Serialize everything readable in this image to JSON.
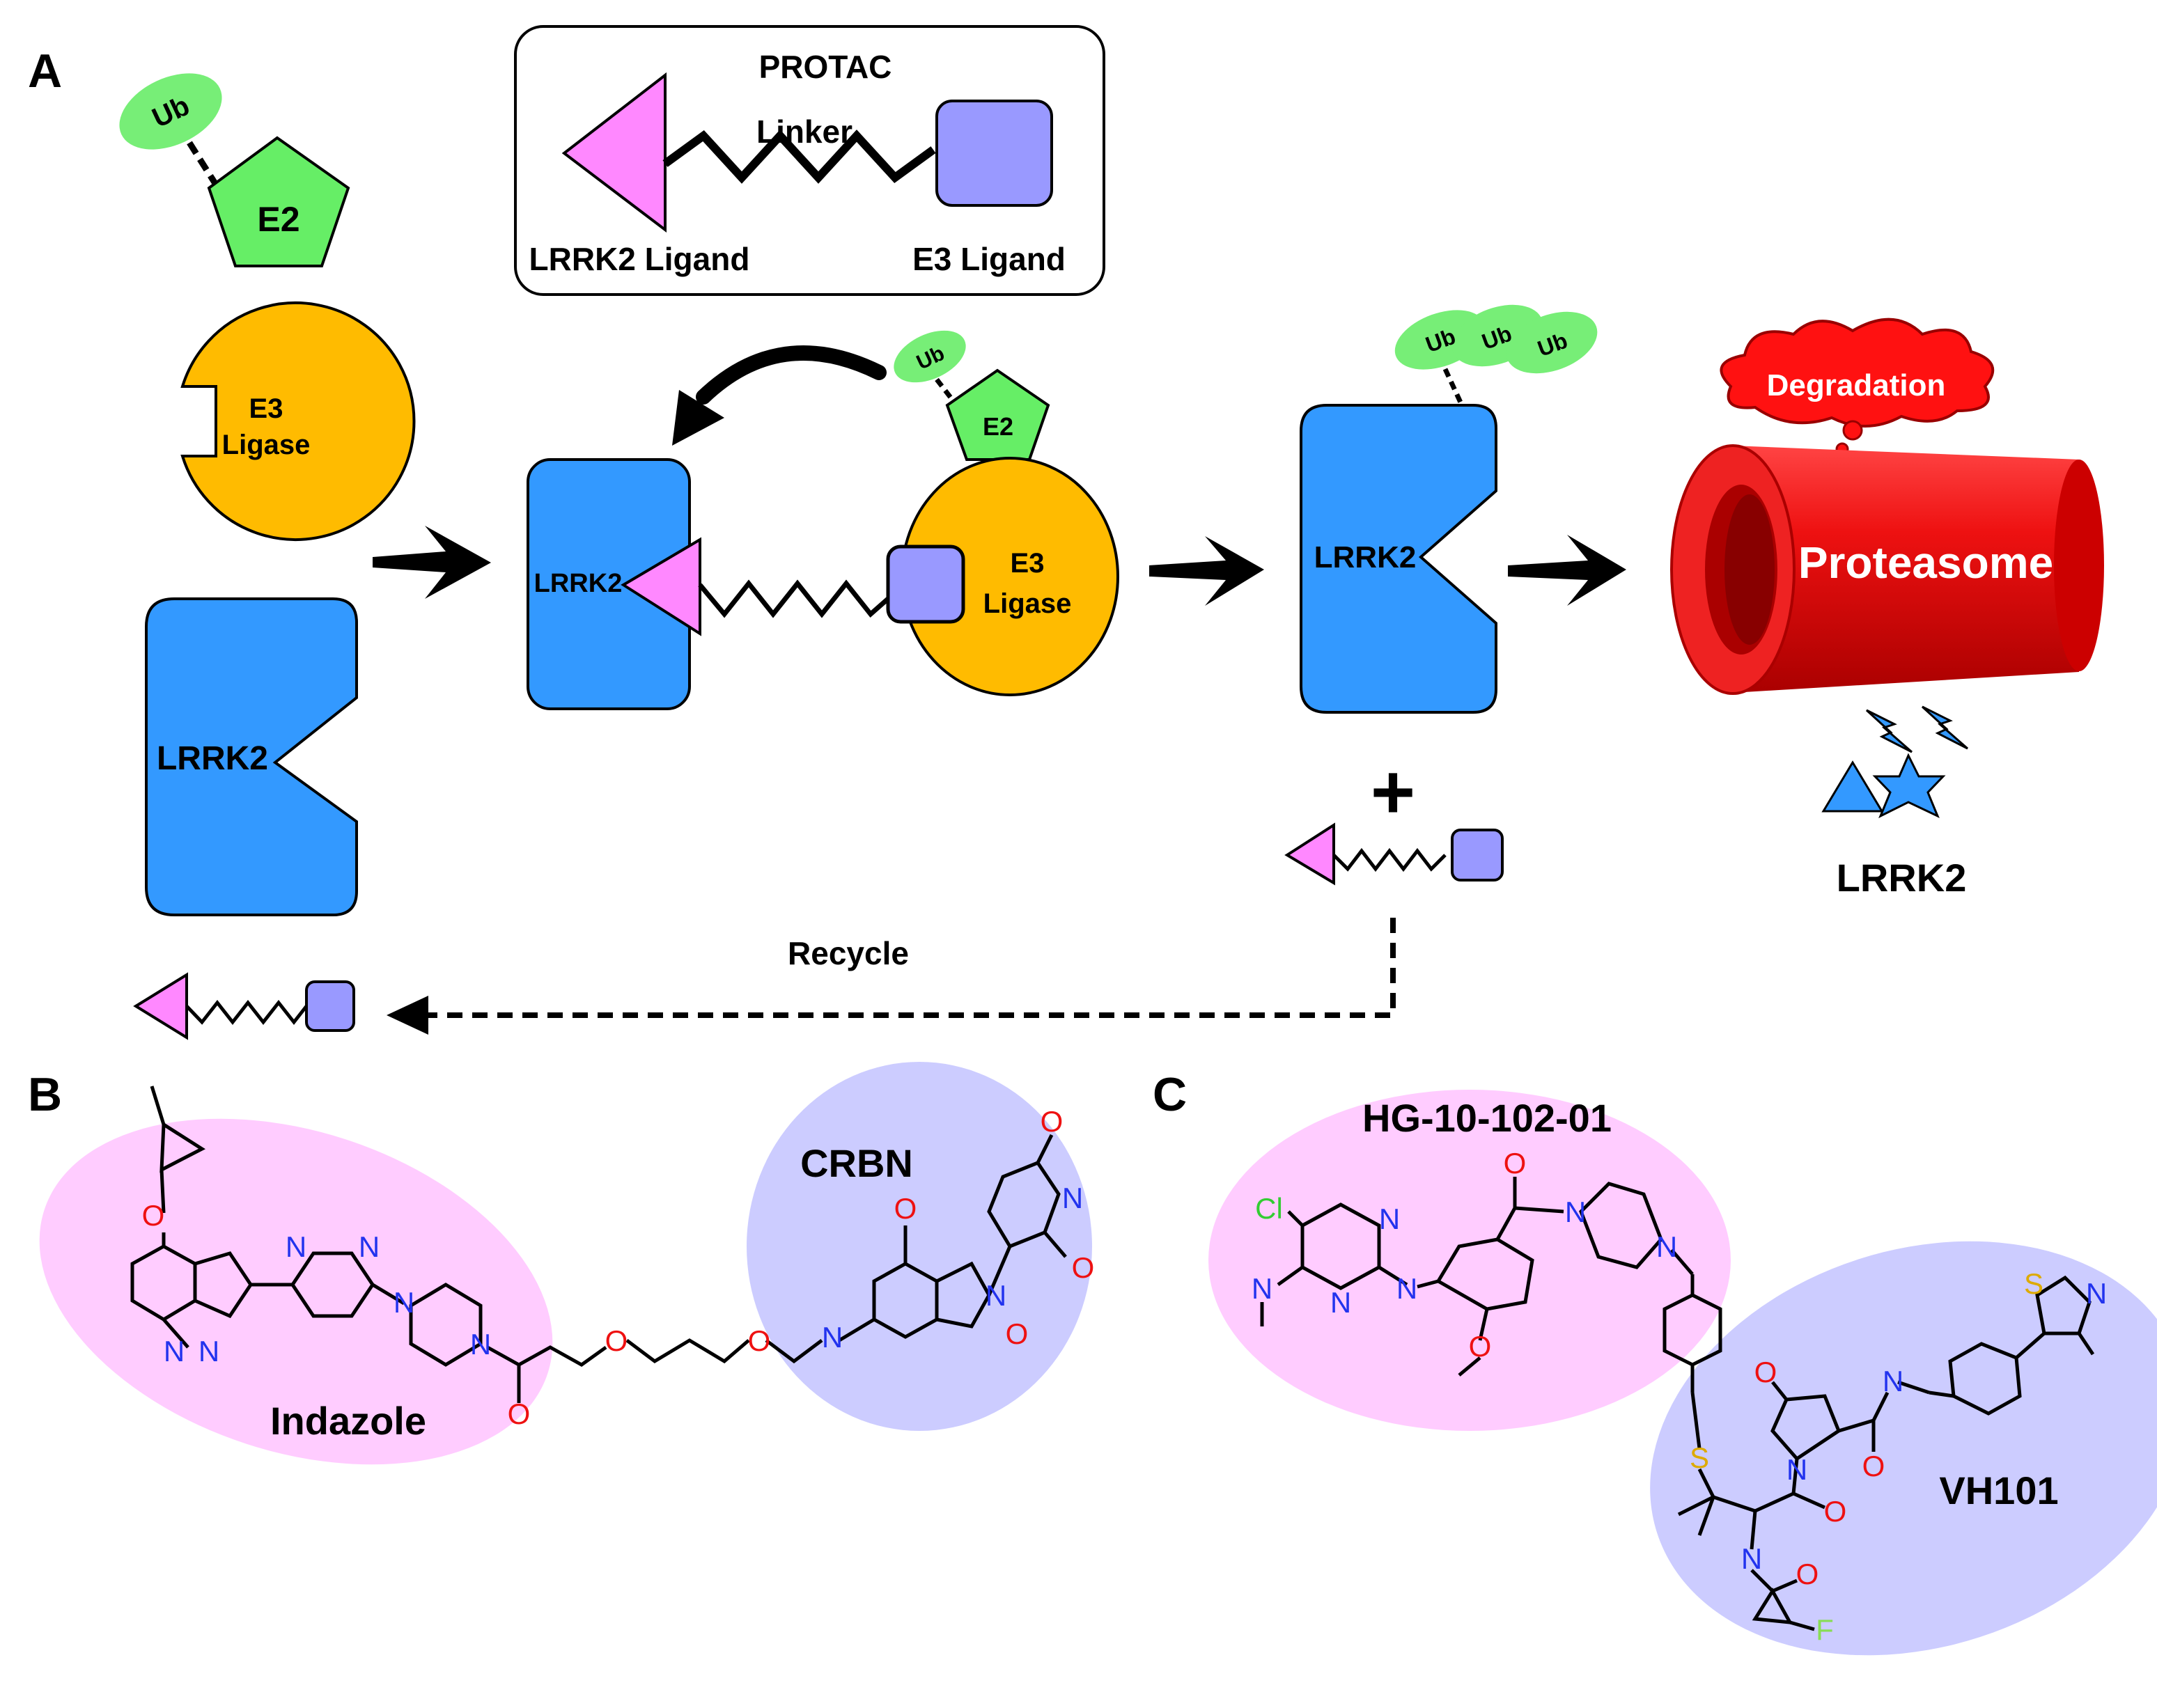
{
  "panel_labels": {
    "a": "A",
    "b": "B",
    "c": "C"
  },
  "protac_box": {
    "title": "PROTAC",
    "linker": "Linker",
    "lrrk2_ligand": "LRRK2 Ligand",
    "e3_ligand": "E3 Ligand"
  },
  "labels": {
    "ub": "Ub",
    "e2": "E2",
    "e3_line1": "E3",
    "e3_line2": "Ligase",
    "lrrk2": "LRRK2",
    "degradation": "Degradation",
    "proteasome": "Proteasome",
    "plus": "+",
    "recycle": "Recycle",
    "lrrk2_fragments": "LRRK2"
  },
  "panel_b": {
    "region_left": "Indazole",
    "region_right": "CRBN",
    "atoms": {
      "O": "O",
      "N": "N"
    }
  },
  "panel_c": {
    "region_left": "HG-10-102-01",
    "region_right": "VH101",
    "atoms": {
      "Cl": "Cl",
      "N": "N",
      "O": "O",
      "S": "S",
      "F": "F"
    }
  },
  "colors": {
    "ub_green": "#77ee77",
    "e2_green": "#66ee66",
    "e3_orange": "#ffbb00",
    "lrrk2_blue": "#3399ff",
    "ligand_pink": "#ff88ff",
    "e3_ligand_purple": "#9999ff",
    "proteasome_red": "#ee1111",
    "region_pink": "#ffccff",
    "region_blue": "#ccccff",
    "atom_nitrogen": "#2233ee",
    "atom_oxygen": "#ee1111",
    "atom_chlorine": "#33cc33",
    "atom_sulfur": "#ddaa00",
    "atom_fluorine": "#88dd55"
  }
}
